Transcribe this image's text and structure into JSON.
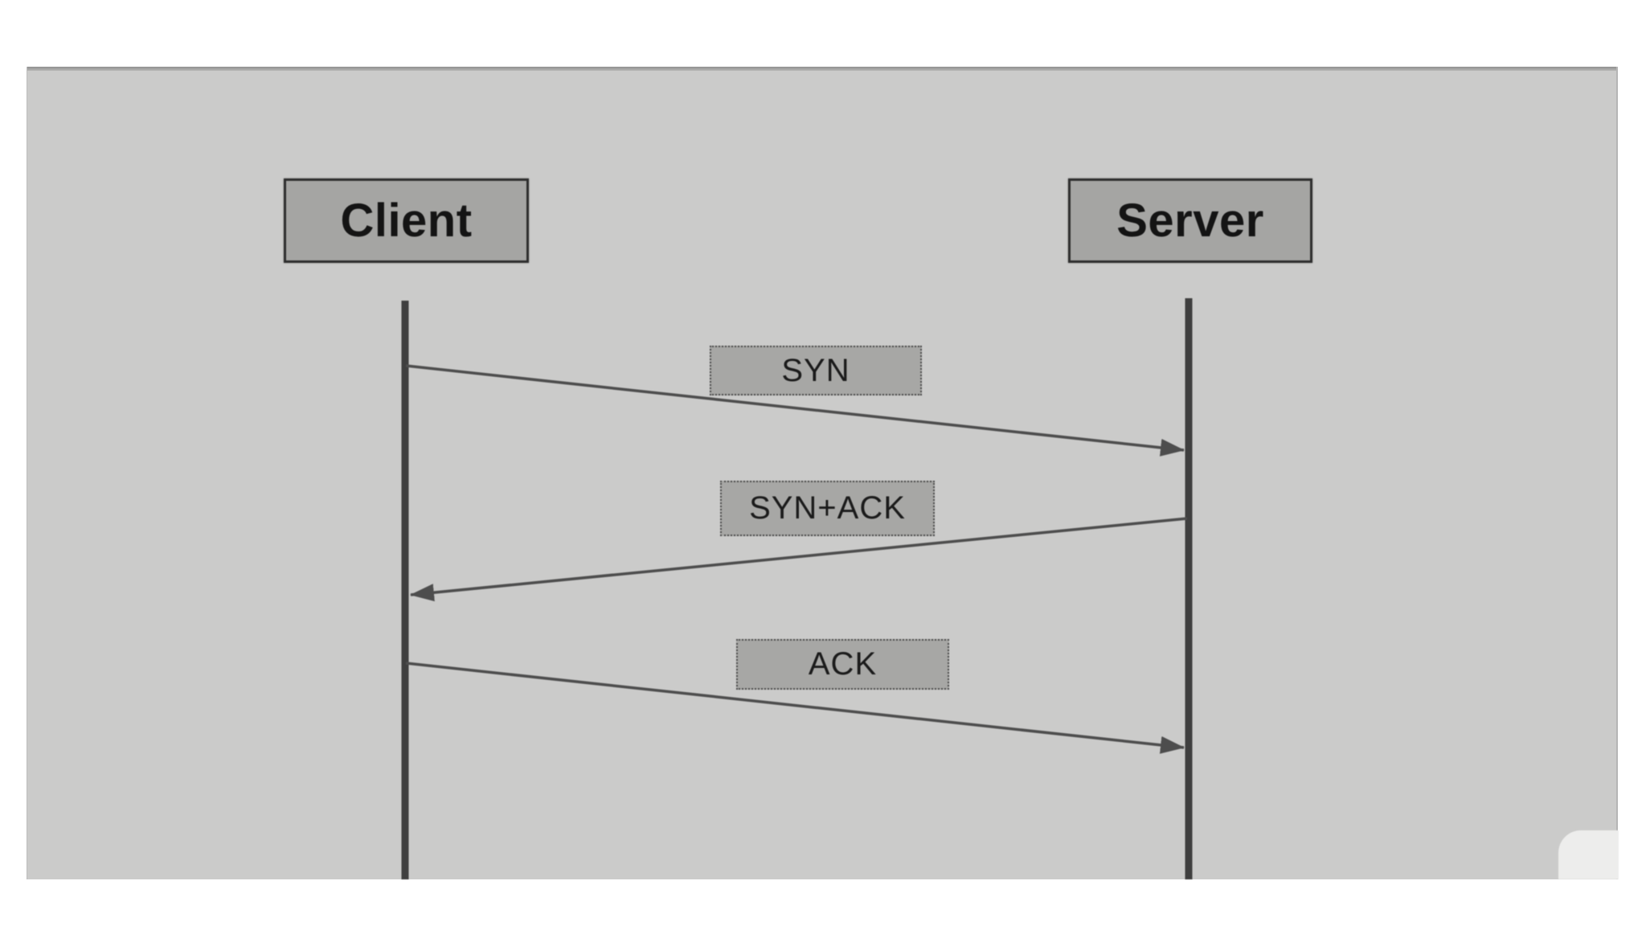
{
  "diagram": {
    "actors": [
      {
        "id": "client",
        "label": "Client"
      },
      {
        "id": "server",
        "label": "Server"
      }
    ],
    "messages": [
      {
        "label": "SYN",
        "from": "client",
        "to": "server"
      },
      {
        "label": "SYN+ACK",
        "from": "server",
        "to": "client"
      },
      {
        "label": "ACK",
        "from": "client",
        "to": "server"
      }
    ],
    "colors": {
      "slide_background": "#cbcbca",
      "actor_box_fill": "#a5a5a3",
      "actor_box_border": "#2e2e2e",
      "message_label_fill": "#a7a7a5",
      "message_label_border": "#4a4a4a",
      "lifeline": "#3f3f3f",
      "arrow": "#4d4d4d",
      "text": "#141414",
      "page_background": "#ffffff",
      "corner_decoration": "#ededec"
    }
  }
}
